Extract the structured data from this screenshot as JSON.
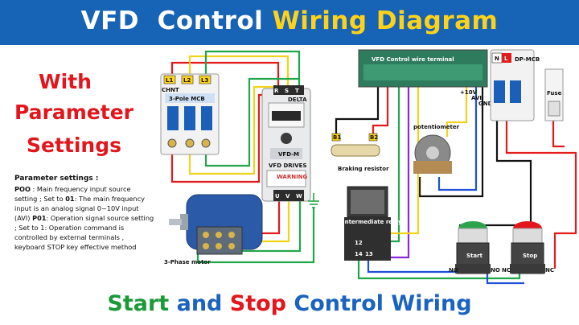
{
  "title": {
    "part1": "VFD",
    "part2": "Control",
    "part3": "Wiring Diagram"
  },
  "headings": {
    "line1": "With",
    "line2": "Parameter",
    "line3": "Settings"
  },
  "parameters": {
    "heading": "Parameter settings :",
    "lines": [
      {
        "bold": "POO",
        "text": " : Main frequency input source"
      },
      {
        "bold": "",
        "text": "setting ; Set to "
      },
      {
        "bold": "",
        "text": "input is an analog signal 0~10V input"
      },
      {
        "bold": "",
        "text": "(AVI) "
      },
      {
        "bold": "",
        "text": "; Set to 1: Operation command is"
      },
      {
        "bold": "",
        "text": "controlled by external terminals ,"
      },
      {
        "bold": "",
        "text": "keyboard STOP key effective method"
      }
    ],
    "l1_bold": "POO",
    "l1_text": " : Main frequency input source",
    "l2_a": "setting ; Set to ",
    "l2_bold": "01",
    "l2_b": ": The main frequency",
    "l3": "input is an analog signal 0~10V input",
    "l4_a": "(AVI) ",
    "l4_bold": "P01",
    "l4_b": ": Operation signal source setting",
    "l5": "; Set to 1: Operation command is",
    "l6": "controlled by external terminals ,",
    "l7": "keyboard STOP key effective method"
  },
  "components": {
    "mcb3": "3-Pole MCB",
    "mcb3_brand": "CHNT",
    "mcb3_terms": [
      "L1",
      "L2",
      "L3"
    ],
    "vfd_terms": [
      "R",
      "S",
      "T"
    ],
    "vfd_out": [
      "U",
      "V",
      "W"
    ],
    "vfd_label": "VFD DRIVES",
    "vfd_brand": "DELTA",
    "vfd_model": "VFD-M",
    "vfd_warning": "WARNING",
    "terminal": "VFD Control wire terminal",
    "dp_mcb": "DP-MCB",
    "dp_terms": [
      "N",
      "L"
    ],
    "fuse": "Fuse",
    "ten_v": "+10V",
    "avi": "AVI",
    "gnd": "GND",
    "b1": "B1",
    "b2": "B2",
    "braking": "Braking resistor",
    "pot": "potentiometer",
    "relay": "Intermediate relay",
    "relay_pins": [
      "12",
      "14",
      "13"
    ],
    "motor": "3-Phase motor",
    "start": "Start",
    "stop": "Stop",
    "no": "NO",
    "nc": "NC"
  },
  "footer": {
    "part1": "Start",
    "part2": "and",
    "part3": "Stop",
    "part4": "Control Wiring"
  },
  "colors": {
    "header_bg": "#1763b5",
    "title_white": "#ffffff",
    "title_yellow": "#ffd21a",
    "heading_red": "#e2161c",
    "footer_green": "#1c9a3a",
    "footer_blue": "#1b63c0",
    "footer_red": "#e2161c",
    "wire_red": "#e21b1b",
    "wire_yellow": "#f2d21a",
    "wire_green": "#22a64a",
    "wire_blue": "#1f4fd6",
    "wire_purple": "#8a2bd6",
    "wire_black": "#111111"
  }
}
